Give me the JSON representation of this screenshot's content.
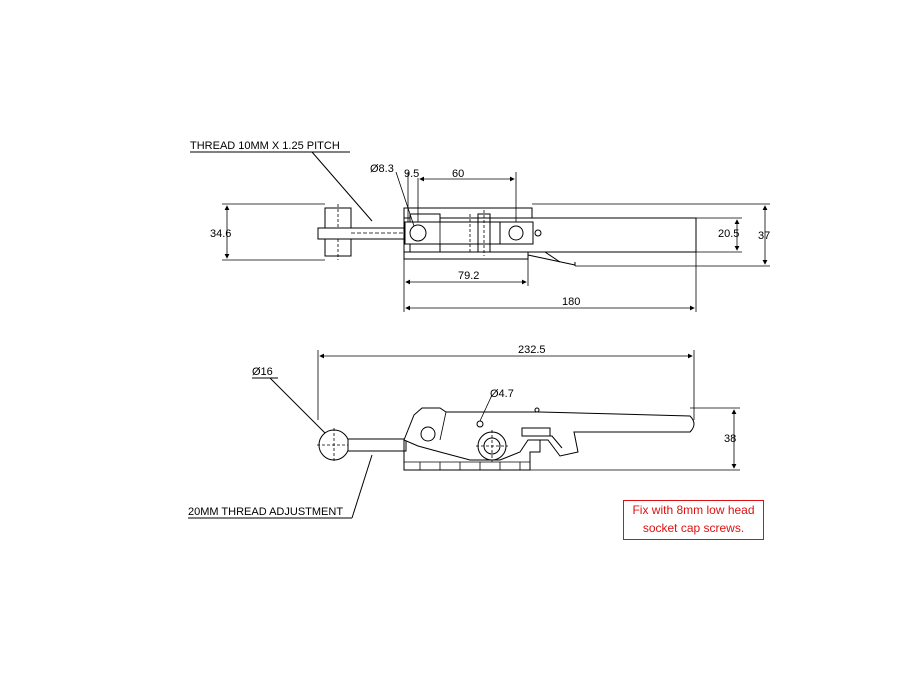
{
  "labels": {
    "thread_pitch": "THREAD 10MM X 1.25 PITCH",
    "thread_adjust": "20MM THREAD ADJUSTMENT"
  },
  "dimensions": {
    "d8_3": "Ø8.3",
    "d9_5": "9.5",
    "d60": "60",
    "d34_6": "34.6",
    "d20_5": "20.5",
    "d37": "37",
    "d79_2": "79.2",
    "d180": "180",
    "d232_5": "232.5",
    "d16": "Ø16",
    "d4_7": "Ø4.7",
    "d38": "38"
  },
  "note": {
    "line1": "Fix with 8mm low head",
    "line2": "socket cap screws.",
    "color": "#e01010"
  }
}
